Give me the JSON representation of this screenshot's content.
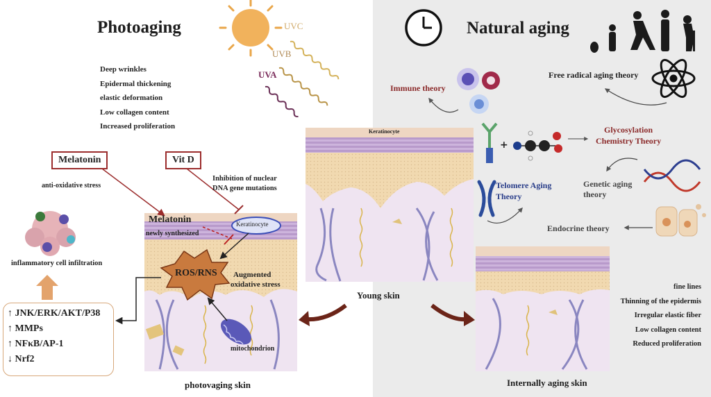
{
  "titles": {
    "photoaging": "Photoaging",
    "natural_aging": "Natural aging"
  },
  "uv": {
    "uvc": "UVC",
    "uvb": "UVB",
    "uva": "UVA"
  },
  "photoaging_features": [
    "Deep wrinkles",
    "Epidermal thickening",
    "elastic deformation",
    "Low collagen content",
    "Increased proliferation"
  ],
  "melatonin": {
    "box": "Melatonin",
    "effect": "anti-oxidative stress",
    "in_skin": "Melatonin",
    "in_skin_sub": "newly synthesized"
  },
  "vitd": {
    "box": "Vit D",
    "effect_line1": "Inhibition of nuclear",
    "effect_line2": "DNA gene mutations"
  },
  "keratinocyte": "Keratinocyte",
  "keratinocyte_young": "Keratinocyte",
  "ros": "ROS/RNS",
  "augmented_line1": "Augmented",
  "augmented_line2": "oxidative stress",
  "mitochondrion": "mitochondrion",
  "inflammation": "inflammatory cell infiltration",
  "signaling": [
    "↑ JNK/ERK/AKT/P38",
    "↑ MMPs",
    "↑ NFκB/AP-1",
    "↓ Nrf2"
  ],
  "captions": {
    "photoaging_skin": "photovaging skin",
    "young_skin": "Young skin",
    "internal_skin": "Internally aging skin"
  },
  "theories": {
    "immune": "Immune theory",
    "free_radical": "Free radical aging theory",
    "glycosylation_line1": "Glycosylation",
    "glycosylation_line2": "Chemistry Theory",
    "genetic_line1": "Genetic aging",
    "genetic_line2": "theory",
    "telomere_line1": "Telomere Aging",
    "telomere_line2": "Theory",
    "endocrine": "Endocrine theory"
  },
  "natural_features": [
    "fine lines",
    "Thinning of the epidermis",
    "Irregular elastic fiber",
    "Low collagen content",
    "Reduced proliferation"
  ],
  "colors": {
    "box_border": "#9b2c2c",
    "theory_red": "#8b2a2a",
    "theory_blue": "#2b3f8a",
    "arrow_brown": "#6b2418",
    "epidermis": "#c4a9d6",
    "dermis": "#f1d9b0",
    "subcutis": "#efe5f3"
  }
}
